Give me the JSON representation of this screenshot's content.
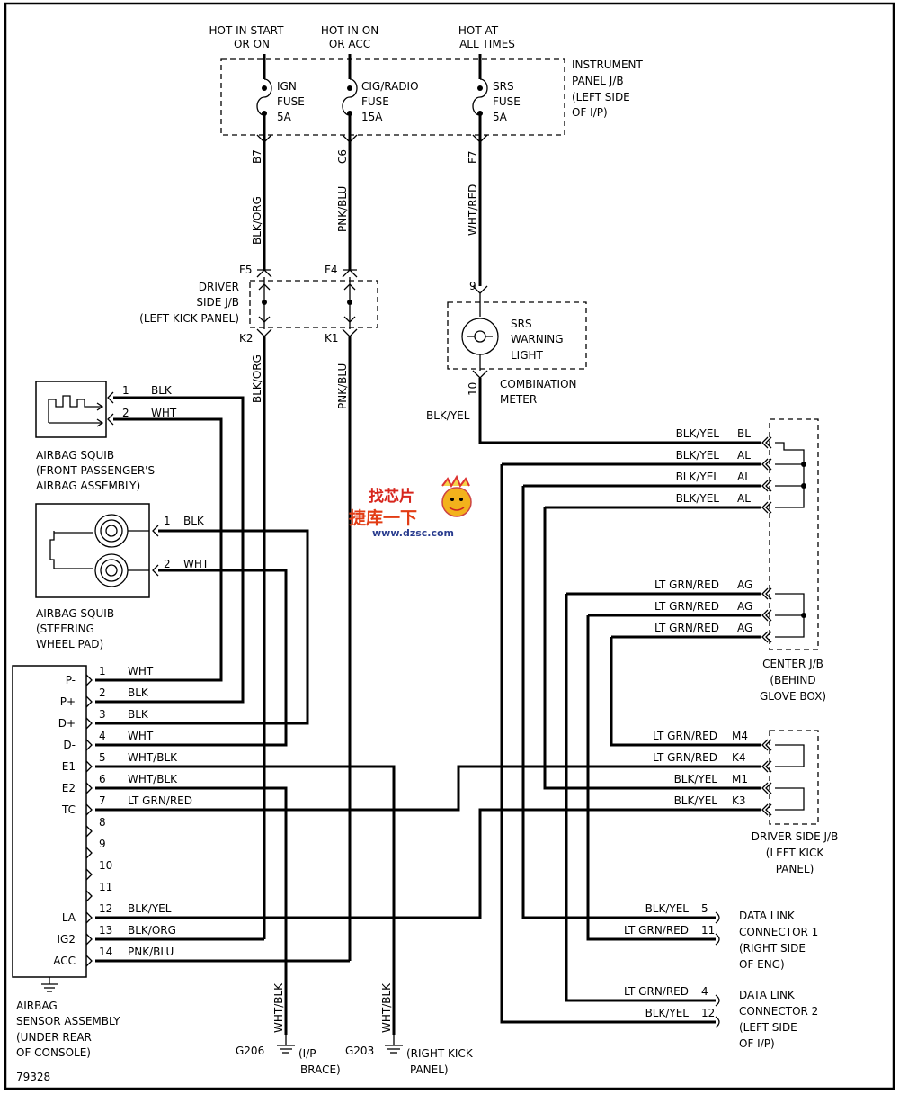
{
  "fuses": {
    "ign": {
      "hot": [
        "HOT IN START",
        "OR ON"
      ],
      "name": [
        "IGN",
        "FUSE",
        "5A"
      ],
      "pin": "B7",
      "wire": "BLK/ORG"
    },
    "cig": {
      "hot": [
        "HOT IN ON",
        "OR ACC"
      ],
      "name": [
        "CIG/RADIO",
        "FUSE",
        "15A"
      ],
      "pin": "C6",
      "wire": "PNK/BLU"
    },
    "srs": {
      "hot": [
        "HOT AT",
        "ALL TIMES"
      ],
      "name": [
        "SRS",
        "FUSE",
        "5A"
      ],
      "pin": "F7",
      "wire": "WHT/RED"
    }
  },
  "ip_jb": [
    "INSTRUMENT",
    "PANEL J/B",
    "(LEFT SIDE",
    "OF I/P)"
  ],
  "driver_jb_top": {
    "label": [
      "DRIVER",
      "SIDE J/B",
      "(LEFT KICK PANEL)"
    ],
    "pins": [
      "F5",
      "F4",
      "K2",
      "K1"
    ],
    "wires": [
      "BLK/ORG",
      "PNK/BLU"
    ]
  },
  "meter": {
    "light": [
      "SRS",
      "WARNING",
      "LIGHT"
    ],
    "name": [
      "COMBINATION",
      "METER"
    ],
    "pin_in": "9",
    "pin_out": "10",
    "wire_out": "BLK/YEL"
  },
  "passenger_squib": {
    "label": [
      "AIRBAG SQUIB",
      "(FRONT PASSENGER'S",
      "AIRBAG ASSEMBLY)"
    ],
    "pins": [
      "1",
      "2"
    ],
    "wires": [
      "BLK",
      "WHT"
    ]
  },
  "steering_squib": {
    "label": [
      "AIRBAG SQUIB",
      "(STEERING",
      "WHEEL PAD)"
    ],
    "pins": [
      "1",
      "2"
    ],
    "wires": [
      "BLK",
      "WHT"
    ]
  },
  "sensor": {
    "label": [
      "AIRBAG",
      "SENSOR ASSEMBLY",
      "(UNDER REAR",
      "OF CONSOLE)"
    ],
    "terminals": [
      "P-",
      "P+",
      "D+",
      "D-",
      "E1",
      "E2",
      "TC",
      "",
      "",
      "",
      "",
      "LA",
      "IG2",
      "ACC"
    ],
    "pins": [
      "1",
      "2",
      "3",
      "4",
      "5",
      "6",
      "7",
      "8",
      "9",
      "10",
      "11",
      "12",
      "13",
      "14"
    ],
    "wires": [
      "WHT",
      "BLK",
      "BLK",
      "WHT",
      "WHT/BLK",
      "WHT/BLK",
      "LT GRN/RED",
      "",
      "",
      "",
      "",
      "BLK/YEL",
      "BLK/ORG",
      "PNK/BLU"
    ]
  },
  "center_jb": {
    "label": [
      "CENTER J/B",
      "(BEHIND",
      "GLOVE BOX)"
    ],
    "rows": [
      {
        "wire": "BLK/YEL",
        "pin": "BL"
      },
      {
        "wire": "BLK/YEL",
        "pin": "AL"
      },
      {
        "wire": "BLK/YEL",
        "pin": "AL"
      },
      {
        "wire": "BLK/YEL",
        "pin": "AL"
      },
      {
        "wire": "LT GRN/RED",
        "pin": "AG"
      },
      {
        "wire": "LT GRN/RED",
        "pin": "AG"
      },
      {
        "wire": "LT GRN/RED",
        "pin": "AG"
      }
    ]
  },
  "driver_jb_right": {
    "label": [
      "DRIVER SIDE J/B",
      "(LEFT KICK",
      "PANEL)"
    ],
    "rows": [
      {
        "wire": "LT GRN/RED",
        "pin": "M4"
      },
      {
        "wire": "LT GRN/RED",
        "pin": "K4"
      },
      {
        "wire": "BLK/YEL",
        "pin": "M1"
      },
      {
        "wire": "BLK/YEL",
        "pin": "K3"
      }
    ]
  },
  "dlc1": {
    "label": [
      "DATA LINK",
      "CONNECTOR 1",
      "(RIGHT SIDE",
      "OF ENG)"
    ],
    "rows": [
      {
        "wire": "BLK/YEL",
        "pin": "5"
      },
      {
        "wire": "LT GRN/RED",
        "pin": "11"
      }
    ]
  },
  "dlc2": {
    "label": [
      "DATA LINK",
      "CONNECTOR 2",
      "(LEFT SIDE",
      "OF I/P)"
    ],
    "rows": [
      {
        "wire": "LT GRN/RED",
        "pin": "4"
      },
      {
        "wire": "BLK/YEL",
        "pin": "12"
      }
    ]
  },
  "grounds": {
    "g206": {
      "id": "G206",
      "wire": "WHT/BLK",
      "loc": [
        "(I/P",
        "BRACE)"
      ]
    },
    "g203": {
      "id": "G203",
      "wire": "WHT/BLK",
      "loc": [
        "(RIGHT KICK",
        "PANEL)"
      ]
    }
  },
  "diagram_id": "79328",
  "watermark": {
    "line1": "捷库一下",
    "brand": "找芯片",
    "url": "www.dzsc.com"
  }
}
